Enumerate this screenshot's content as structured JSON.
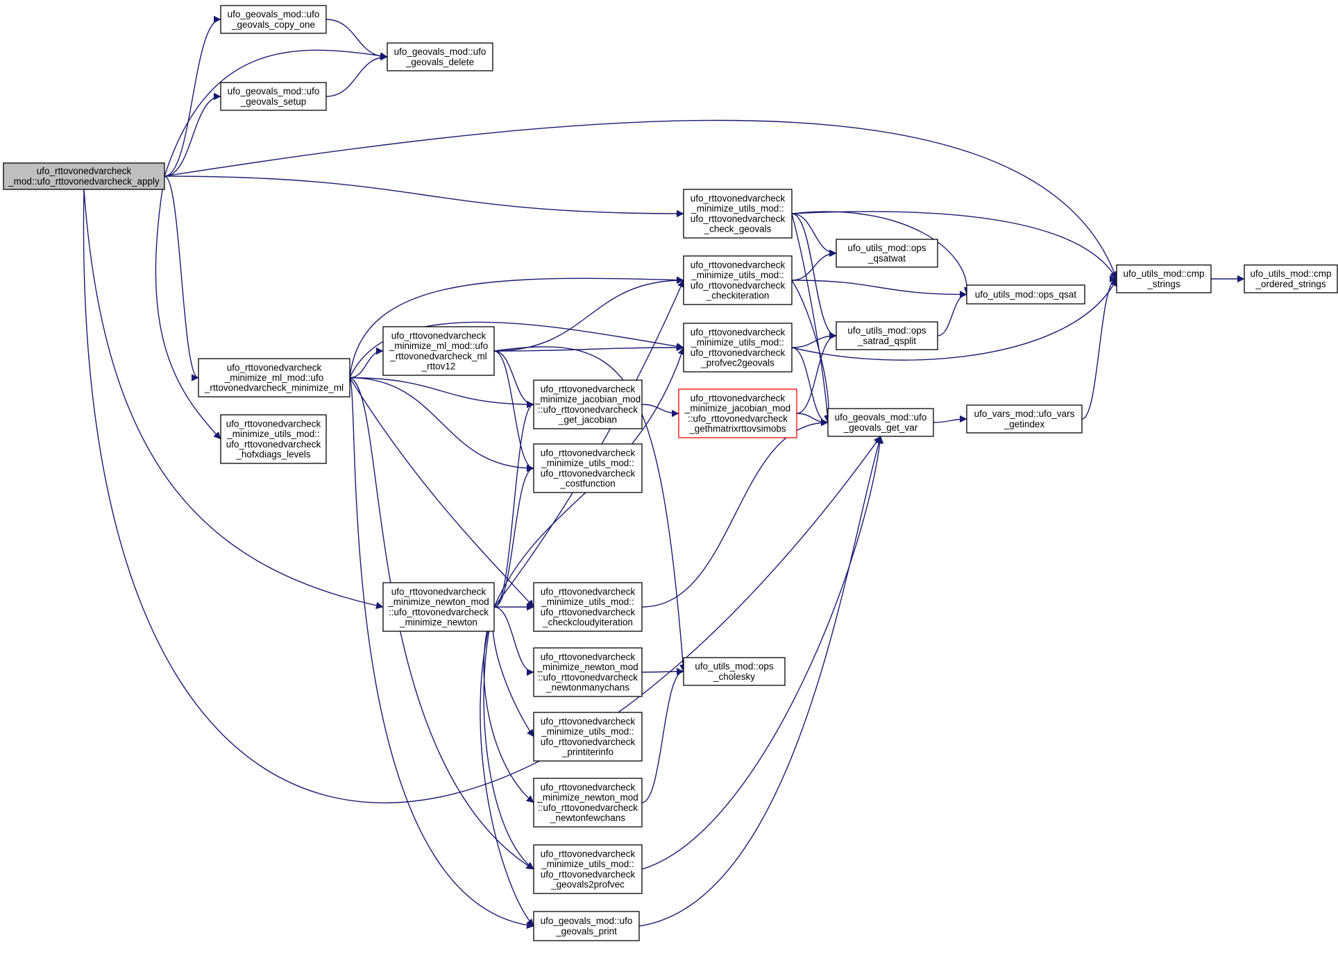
{
  "diagram": {
    "type": "call-graph",
    "edge_color": "#191970",
    "root_fill": "#bfbfbf",
    "highlight_border": "#ff0000",
    "nodes": [
      {
        "id": "apply",
        "lines": [
          "ufo_rttovonedvarcheck",
          "_mod::ufo_rttovonedvarcheck_apply"
        ],
        "style": "root"
      },
      {
        "id": "copy_one",
        "lines": [
          "ufo_geovals_mod::ufo",
          "_geovals_copy_one"
        ]
      },
      {
        "id": "delete",
        "lines": [
          "ufo_geovals_mod::ufo",
          "_geovals_delete"
        ]
      },
      {
        "id": "setup",
        "lines": [
          "ufo_geovals_mod::ufo",
          "_geovals_setup"
        ]
      },
      {
        "id": "minimize_ml",
        "lines": [
          "ufo_rttovonedvarcheck",
          "_minimize_ml_mod::ufo",
          "_rttovonedvarcheck_minimize_ml"
        ]
      },
      {
        "id": "hofxdiags",
        "lines": [
          "ufo_rttovonedvarcheck",
          "_minimize_utils_mod::",
          "ufo_rttovonedvarcheck",
          "_hofxdiags_levels"
        ]
      },
      {
        "id": "ml_rttov12",
        "lines": [
          "ufo_rttovonedvarcheck",
          "_minimize_ml_mod::ufo",
          "_rttovonedvarcheck_ml",
          "_rttov12"
        ]
      },
      {
        "id": "minimize_newton",
        "lines": [
          "ufo_rttovonedvarcheck",
          "_minimize_newton_mod",
          "::ufo_rttovonedvarcheck",
          "_minimize_newton"
        ]
      },
      {
        "id": "get_jacobian",
        "lines": [
          "ufo_rttovonedvarcheck",
          "_minimize_jacobian_mod",
          "::ufo_rttovonedvarcheck",
          "_get_jacobian"
        ]
      },
      {
        "id": "costfunction",
        "lines": [
          "ufo_rttovonedvarcheck",
          "_minimize_utils_mod::",
          "ufo_rttovonedvarcheck",
          "_costfunction"
        ]
      },
      {
        "id": "checkcloudy",
        "lines": [
          "ufo_rttovonedvarcheck",
          "_minimize_utils_mod::",
          "ufo_rttovonedvarcheck",
          "_checkcloudyiteration"
        ]
      },
      {
        "id": "newtonmany",
        "lines": [
          "ufo_rttovonedvarcheck",
          "_minimize_newton_mod",
          "::ufo_rttovonedvarcheck",
          "_newtonmanychans"
        ]
      },
      {
        "id": "printiter",
        "lines": [
          "ufo_rttovonedvarcheck",
          "_minimize_utils_mod::",
          "ufo_rttovonedvarcheck",
          "_printiterinfo"
        ]
      },
      {
        "id": "newtonfew",
        "lines": [
          "ufo_rttovonedvarcheck",
          "_minimize_newton_mod",
          "::ufo_rttovonedvarcheck",
          "_newtonfewchans"
        ]
      },
      {
        "id": "geovals2profvec",
        "lines": [
          "ufo_rttovonedvarcheck",
          "_minimize_utils_mod::",
          "ufo_rttovonedvarcheck",
          "_geovals2profvec"
        ]
      },
      {
        "id": "geovals_print",
        "lines": [
          "ufo_geovals_mod::ufo",
          "_geovals_print"
        ]
      },
      {
        "id": "check_geovals",
        "lines": [
          "ufo_rttovonedvarcheck",
          "_minimize_utils_mod::",
          "ufo_rttovonedvarcheck",
          "_check_geovals"
        ]
      },
      {
        "id": "checkiteration",
        "lines": [
          "ufo_rttovonedvarcheck",
          "_minimize_utils_mod::",
          "ufo_rttovonedvarcheck",
          "_checkiteration"
        ]
      },
      {
        "id": "profvec2geovals",
        "lines": [
          "ufo_rttovonedvarcheck",
          "_minimize_utils_mod::",
          "ufo_rttovonedvarcheck",
          "_profvec2geovals"
        ]
      },
      {
        "id": "gethmatrix",
        "lines": [
          "ufo_rttovonedvarcheck",
          "_minimize_jacobian_mod",
          "::ufo_rttovonedvarcheck",
          "_gethmatrixrttovsimobs"
        ],
        "style": "red"
      },
      {
        "id": "cholesky",
        "lines": [
          "ufo_utils_mod::ops",
          "_cholesky"
        ]
      },
      {
        "id": "qsatwat",
        "lines": [
          "ufo_utils_mod::ops",
          "_qsatwat"
        ]
      },
      {
        "id": "satrad_qsplit",
        "lines": [
          "ufo_utils_mod::ops",
          "_satrad_qsplit"
        ]
      },
      {
        "id": "geovals_get_var",
        "lines": [
          "ufo_geovals_mod::ufo",
          "_geovals_get_var"
        ]
      },
      {
        "id": "ops_qsat",
        "lines": [
          "ufo_utils_mod::ops_qsat"
        ]
      },
      {
        "id": "vars_getindex",
        "lines": [
          "ufo_vars_mod::ufo_vars",
          "_getindex"
        ]
      },
      {
        "id": "cmp_strings",
        "lines": [
          "ufo_utils_mod::cmp",
          "_strings"
        ]
      },
      {
        "id": "cmp_ordered",
        "lines": [
          "ufo_utils_mod::cmp",
          "_ordered_strings"
        ]
      }
    ],
    "edges": [
      [
        "apply",
        "copy_one"
      ],
      [
        "apply",
        "delete"
      ],
      [
        "apply",
        "setup"
      ],
      [
        "apply",
        "cmp_strings"
      ],
      [
        "apply",
        "check_geovals"
      ],
      [
        "apply",
        "minimize_ml"
      ],
      [
        "apply",
        "hofxdiags"
      ],
      [
        "apply",
        "minimize_newton"
      ],
      [
        "apply",
        "geovals_get_var"
      ],
      [
        "copy_one",
        "delete"
      ],
      [
        "setup",
        "delete"
      ],
      [
        "minimize_ml",
        "checkiteration"
      ],
      [
        "minimize_ml",
        "profvec2geovals"
      ],
      [
        "minimize_ml",
        "ml_rttov12"
      ],
      [
        "minimize_ml",
        "get_jacobian"
      ],
      [
        "minimize_ml",
        "costfunction"
      ],
      [
        "minimize_ml",
        "checkcloudy"
      ],
      [
        "minimize_ml",
        "geovals2profvec"
      ],
      [
        "minimize_ml",
        "geovals_print"
      ],
      [
        "ml_rttov12",
        "checkiteration"
      ],
      [
        "ml_rttov12",
        "profvec2geovals"
      ],
      [
        "ml_rttov12",
        "get_jacobian"
      ],
      [
        "ml_rttov12",
        "costfunction"
      ],
      [
        "ml_rttov12",
        "cholesky"
      ],
      [
        "minimize_newton",
        "get_jacobian"
      ],
      [
        "minimize_newton",
        "costfunction"
      ],
      [
        "minimize_newton",
        "checkiteration"
      ],
      [
        "minimize_newton",
        "profvec2geovals"
      ],
      [
        "minimize_newton",
        "checkcloudy"
      ],
      [
        "minimize_newton",
        "newtonmany"
      ],
      [
        "minimize_newton",
        "printiter"
      ],
      [
        "minimize_newton",
        "newtonfew"
      ],
      [
        "minimize_newton",
        "geovals2profvec"
      ],
      [
        "minimize_newton",
        "geovals_print"
      ],
      [
        "get_jacobian",
        "gethmatrix"
      ],
      [
        "checkcloudy",
        "geovals_get_var"
      ],
      [
        "newtonmany",
        "cholesky"
      ],
      [
        "newtonfew",
        "cholesky"
      ],
      [
        "geovals2profvec",
        "geovals_get_var"
      ],
      [
        "geovals_print",
        "geovals_get_var"
      ],
      [
        "check_geovals",
        "cmp_strings"
      ],
      [
        "check_geovals",
        "qsatwat"
      ],
      [
        "check_geovals",
        "ops_qsat"
      ],
      [
        "check_geovals",
        "satrad_qsplit"
      ],
      [
        "check_geovals",
        "geovals_get_var"
      ],
      [
        "checkiteration",
        "qsatwat"
      ],
      [
        "checkiteration",
        "ops_qsat"
      ],
      [
        "checkiteration",
        "geovals_get_var"
      ],
      [
        "profvec2geovals",
        "satrad_qsplit"
      ],
      [
        "profvec2geovals",
        "cmp_strings"
      ],
      [
        "profvec2geovals",
        "geovals_get_var"
      ],
      [
        "gethmatrix",
        "satrad_qsplit"
      ],
      [
        "gethmatrix",
        "geovals_get_var"
      ],
      [
        "satrad_qsplit",
        "ops_qsat"
      ],
      [
        "geovals_get_var",
        "vars_getindex"
      ],
      [
        "vars_getindex",
        "cmp_strings"
      ],
      [
        "cmp_strings",
        "cmp_ordered"
      ]
    ]
  }
}
